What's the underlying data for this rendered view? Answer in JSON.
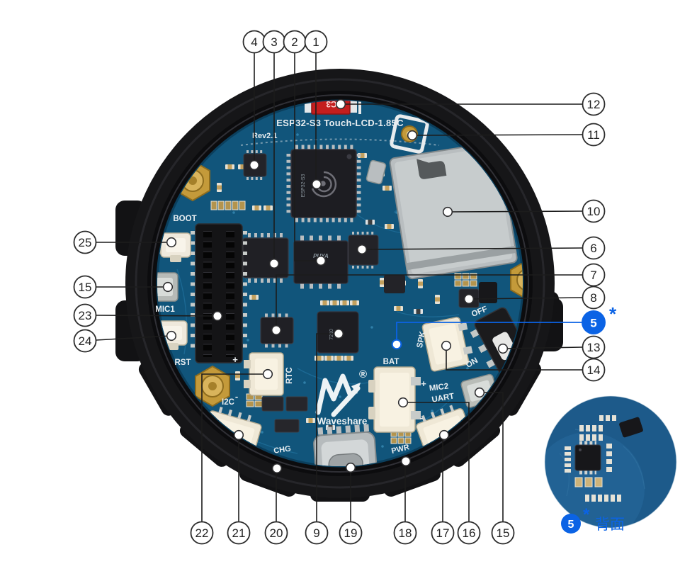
{
  "figure": {
    "type": "hardware-annotation-diagram",
    "product": "ESP32-S3-Touch-LCD-1.85C"
  },
  "board": {
    "title": "ESP32-S3 Touch-LCD-1.85C",
    "revision": "Rev2.1",
    "brand": "Waveshare",
    "registered_mark": "®",
    "silkscreen": {
      "boot": "BOOT",
      "mic1": "MIC1",
      "rst": "RST",
      "rtc": "RTC",
      "i2c": "I2C",
      "chg": "CHG",
      "bat": "BAT",
      "spk": "SPK",
      "mic2": "MIC2",
      "uart": "UART",
      "pwr": "PWR",
      "on": "ON",
      "off": "OFF",
      "c3": "C3",
      "plus": "+",
      "minus": "-"
    },
    "chip_markings": {
      "esp32": "ESP32-S3",
      "flash": "PUYA",
      "codec": "7210"
    }
  },
  "callouts": {
    "top": [
      "4",
      "3",
      "2",
      "1"
    ],
    "right": [
      "12",
      "11",
      "10",
      "6",
      "7",
      "8",
      "5",
      "13",
      "14"
    ],
    "left": [
      "25",
      "15",
      "23",
      "24"
    ],
    "bottom": [
      "22",
      "21",
      "20",
      "9",
      "19",
      "18",
      "17",
      "16",
      "15"
    ],
    "back_marker": {
      "number": "5",
      "asterisk": "*"
    }
  },
  "inset": {
    "number": "5",
    "asterisk": "*",
    "caption": "背面"
  },
  "colors": {
    "accent_blue": "#0B63E5",
    "pcb_blue": "#11557B",
    "case_black": "#17171A",
    "silkscreen_white": "#E9EEF1",
    "gold": "#C49A3A",
    "component_red": "#C41E1E"
  }
}
